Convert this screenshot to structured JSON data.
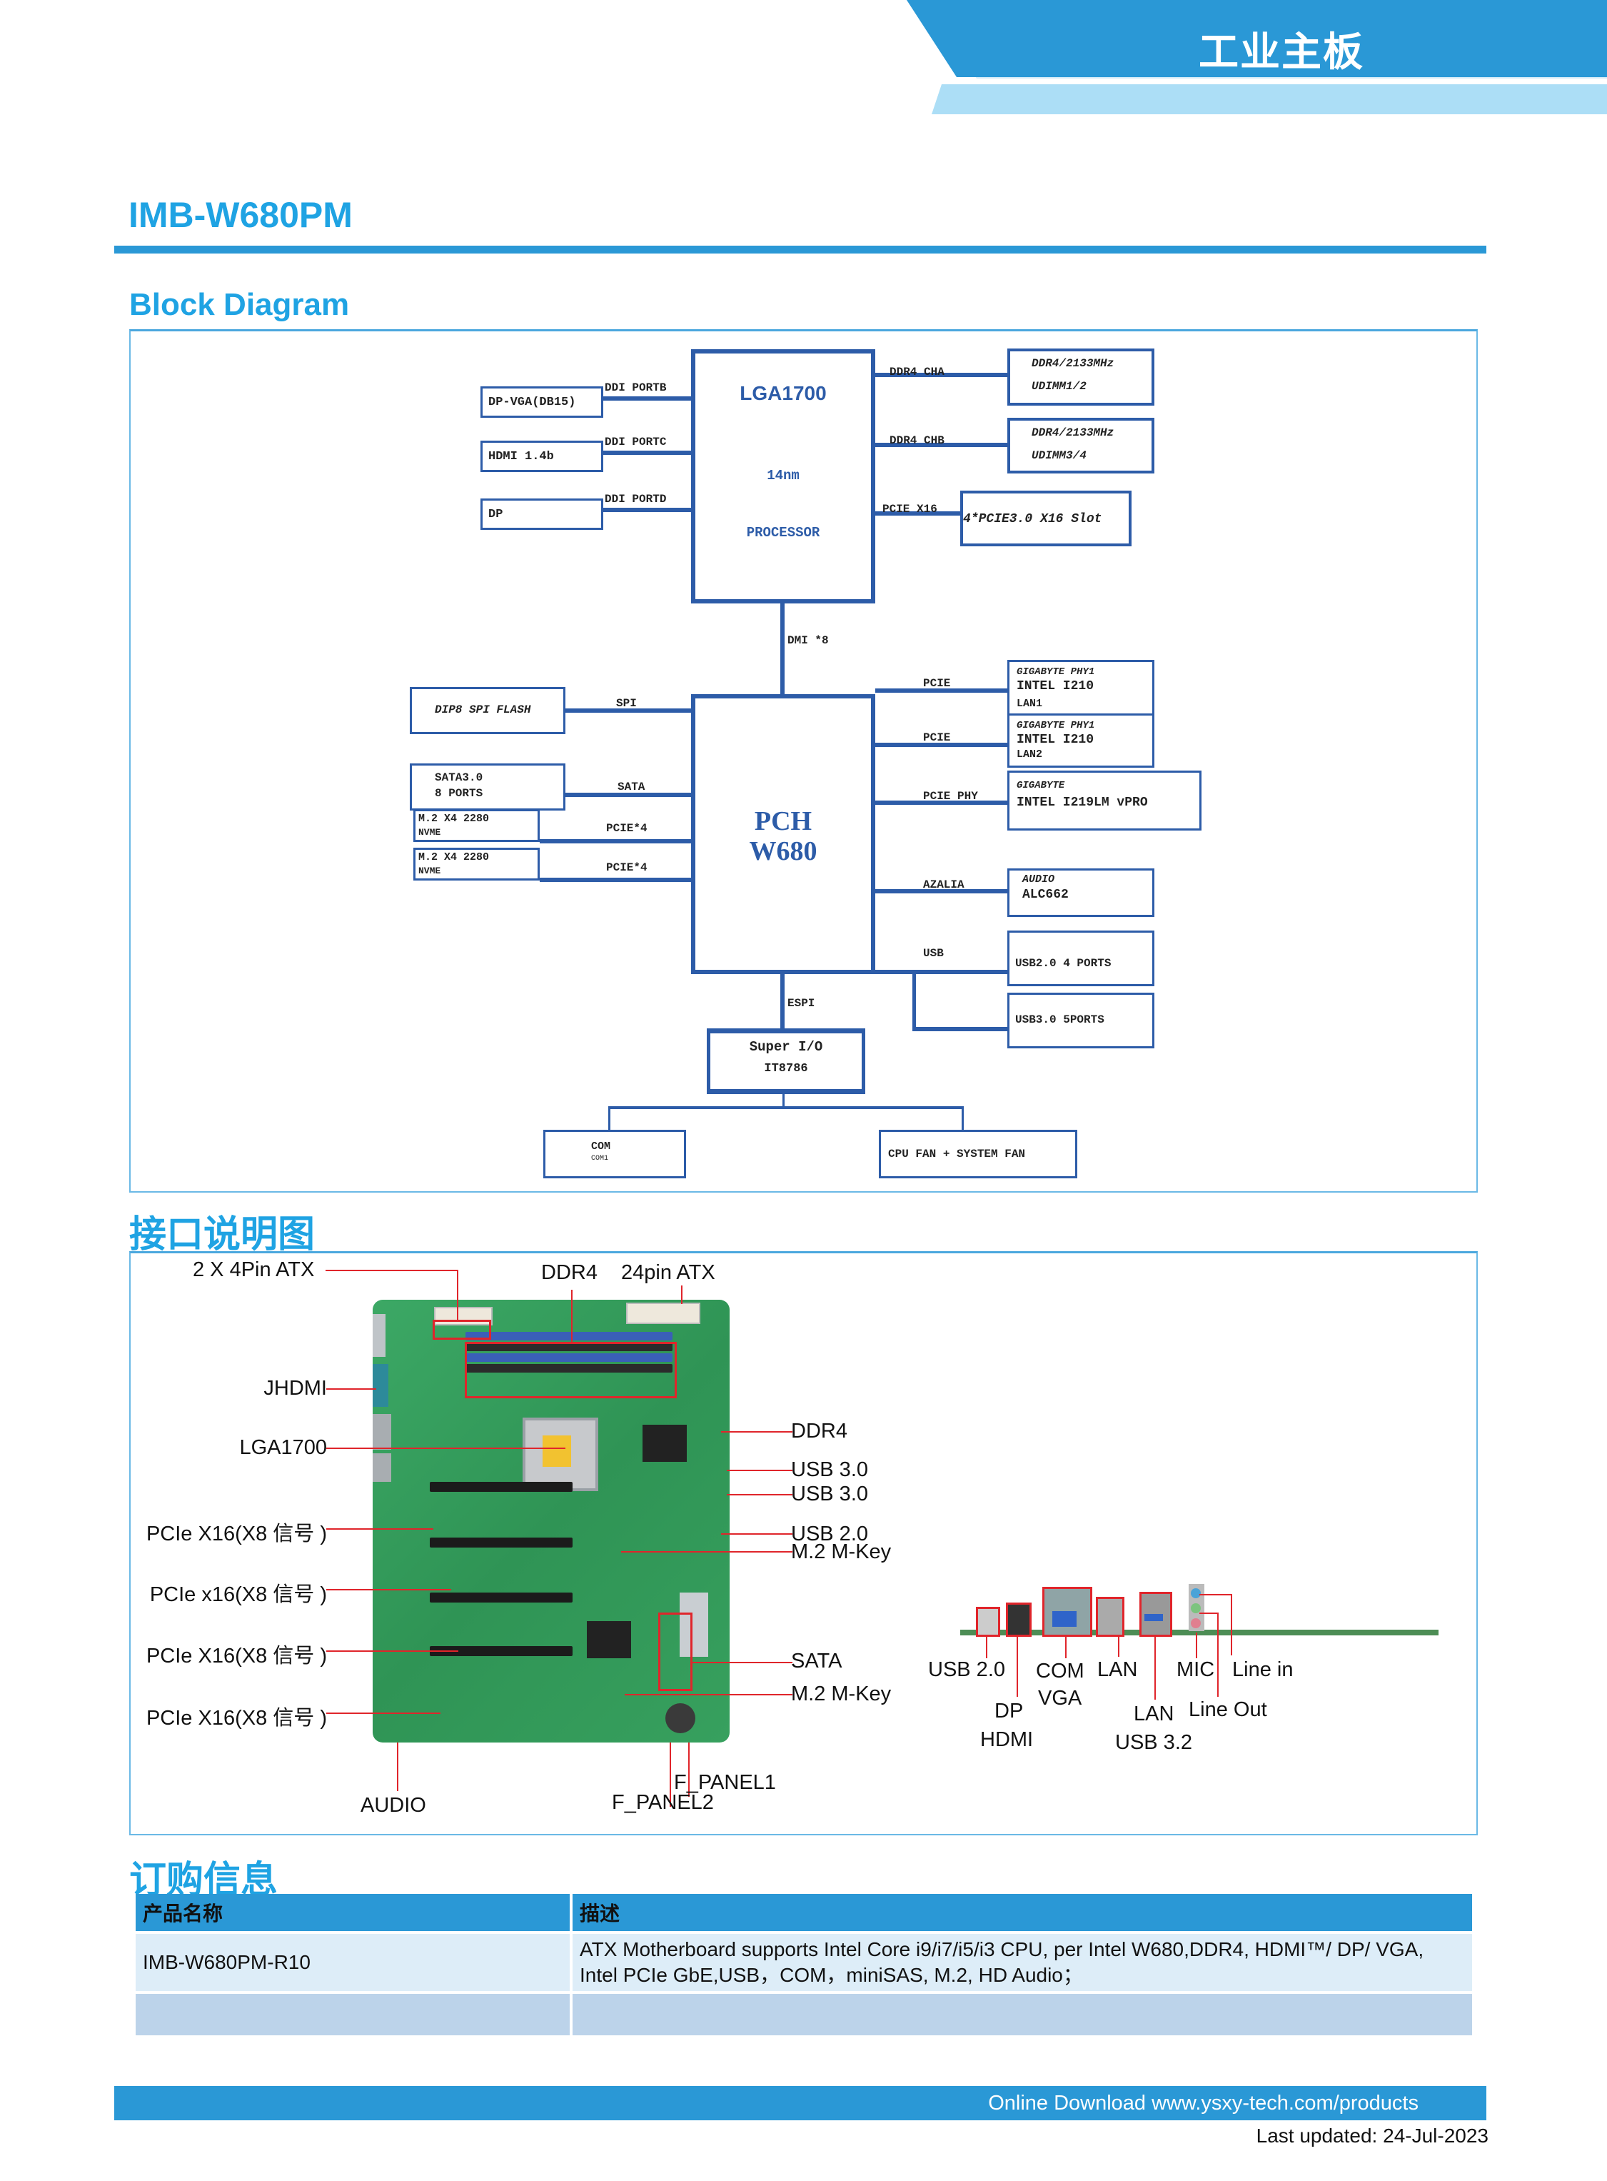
{
  "header": {
    "category": "工业主板"
  },
  "model": {
    "title": "IMB-W680PM"
  },
  "block_diagram": {
    "section_title": "Block Diagram",
    "cpu": {
      "name": "LGA1700",
      "process": "14nm",
      "type": "PROCESSOR"
    },
    "cpu_left": [
      {
        "box": "DP-VGA(DB15)",
        "link": "DDI PORTB"
      },
      {
        "box": "HDMI 1.4b",
        "link": "DDI PORTC"
      },
      {
        "box": "DP",
        "link": "DDI PORTD"
      }
    ],
    "cpu_right": [
      {
        "link": "DDR4 CHA",
        "line1": "DDR4/2133MHz",
        "line2": "UDIMM1/2"
      },
      {
        "link": "DDR4 CHB",
        "line1": "DDR4/2133MHz",
        "line2": "UDIMM3/4"
      },
      {
        "link": "PCIE X16",
        "line1": "4*PCIE3.0 X16 Slot"
      }
    ],
    "dmi_label": "DMI *8",
    "pch": {
      "line1": "PCH",
      "line2": "W680"
    },
    "pch_left": [
      {
        "link": "SPI",
        "line1": "DIP8 SPI FLASH"
      },
      {
        "link": "SATA",
        "line1": "SATA3.0",
        "line2": "8 PORTS"
      },
      {
        "link": "PCIE*4",
        "line1": "M.2 X4 2280",
        "line2": "NVME"
      },
      {
        "link": "PCIE*4",
        "line1": "M.2 X4 2280",
        "line2": "NVME"
      }
    ],
    "pch_right": [
      {
        "link": "PCIE",
        "line1": "GIGABYTE PHY1",
        "line2": "INTEL I210",
        "line3": "LAN1"
      },
      {
        "link": "PCIE",
        "line1": "GIGABYTE PHY1",
        "line2": "INTEL I210",
        "line3": "LAN2"
      },
      {
        "link": "PCIE PHY",
        "line1": "GIGABYTE",
        "line2": "INTEL I219LM vPRO"
      },
      {
        "link": "AZALIA",
        "line1": "AUDIO",
        "line2": "ALC662"
      },
      {
        "link": "USB",
        "line1": "USB2.0 4 PORTS"
      },
      {
        "line1": "USB3.0 5PORTS"
      }
    ],
    "espi_label": "ESPI",
    "superio": {
      "line1": "Super I/O",
      "line2": "IT8786"
    },
    "com": {
      "line1": "COM",
      "line2": "COM1"
    },
    "fan": {
      "line1": "CPU FAN + SYSTEM FAN"
    }
  },
  "interface": {
    "section_title": "接口说明图",
    "top_labels": {
      "atx4": "2  X 4Pin ATX",
      "ddr4": "DDR4",
      "atx24": "24pin ATX"
    },
    "left_labels": [
      "JHDMI",
      "LGA1700",
      "PCIe X16(X8 信号 )",
      "PCIe x16(X8 信号 )",
      "PCIe X16(X8 信号 )",
      "PCIe X16(X8 信号 )"
    ],
    "right_labels": [
      "DDR4",
      "USB 3.0",
      "USB 3.0",
      "USB 2.0",
      "M.2 M-Key",
      "SATA",
      "M.2 M-Key"
    ],
    "bottom_labels": {
      "audio": "AUDIO",
      "fpanel1": "F_PANEL1",
      "fpanel2": "F_PANEL2"
    },
    "io_labels": {
      "usb20": "USB 2.0",
      "dp": "DP",
      "hdmi": "HDMI",
      "com": "COM",
      "vga": "VGA",
      "lan1": "LAN",
      "lan2": "LAN",
      "usb32": "USB 3.2",
      "mic": "MIC",
      "line_in": "Line in",
      "line_out": "Line Out"
    }
  },
  "order": {
    "section_title": "订购信息",
    "columns": [
      "产品名称",
      "描述"
    ],
    "rows": [
      {
        "name": "IMB-W680PM-R10",
        "desc": "ATX Motherboard supports Intel Core i9/i7/i5/i3 CPU, per Intel W680,DDR4, HDMI™/ DP/ VGA, Intel PCIe GbE,USB，COM，miniSAS, M.2, HD Audio；"
      },
      {
        "name": "",
        "desc": ""
      }
    ]
  },
  "footer": {
    "download": "Online Download www.ysxy-tech.com/products",
    "updated": "Last updated: 24-Jul-2023"
  }
}
